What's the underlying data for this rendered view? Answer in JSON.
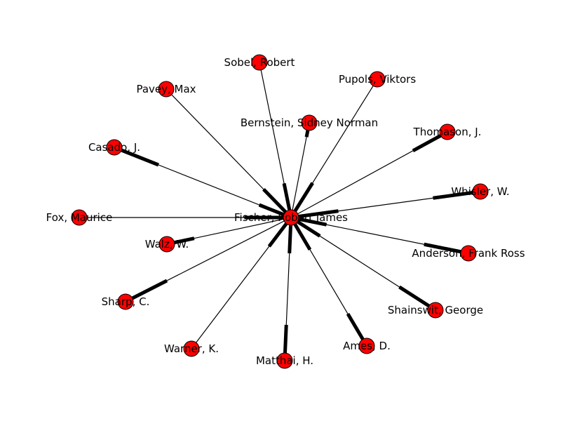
{
  "colors": {
    "node_fill": "#ff0000",
    "node_stroke": "#000000",
    "edge": "#000000",
    "background": "#ffffff"
  },
  "graph": {
    "type": "ego-network",
    "center": {
      "id": "center",
      "label": "Fischer, Robert James"
    },
    "nodes": [
      {
        "id": "sobel",
        "label": "Sobel, Robert"
      },
      {
        "id": "pupols",
        "label": "Pupols, Viktors"
      },
      {
        "id": "pavey",
        "label": "Pavey, Max"
      },
      {
        "id": "bernstein",
        "label": "Bernstein, Sidney Norman"
      },
      {
        "id": "thomason",
        "label": "Thomason, J."
      },
      {
        "id": "casado",
        "label": "Casado, J."
      },
      {
        "id": "whisler",
        "label": "Whisler, W."
      },
      {
        "id": "fox",
        "label": "Fox, Maurice"
      },
      {
        "id": "walz",
        "label": "Walz, W."
      },
      {
        "id": "anderson",
        "label": "Anderson, Frank Ross"
      },
      {
        "id": "sharp",
        "label": "Sharp, C."
      },
      {
        "id": "shainswit",
        "label": "Shainswit, George"
      },
      {
        "id": "warner",
        "label": "Warner, K."
      },
      {
        "id": "ames",
        "label": "Ames, D."
      },
      {
        "id": "matthai",
        "label": "Matthai, H."
      }
    ]
  }
}
